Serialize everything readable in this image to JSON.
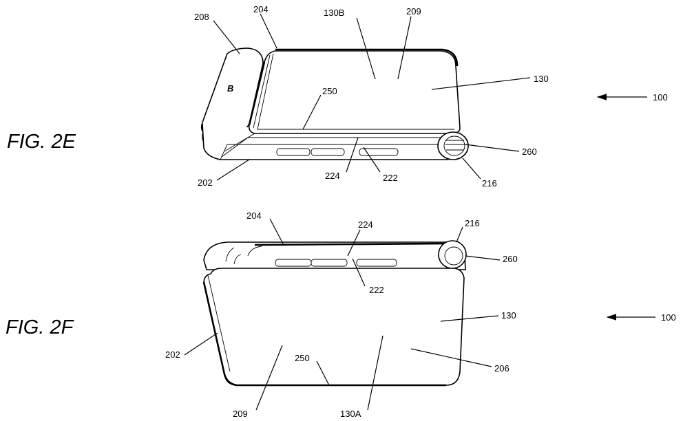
{
  "figures": [
    {
      "id": "fig2e",
      "label": "FIG. 2E",
      "refs": {
        "r208": "208",
        "r204": "204",
        "r130B": "130B",
        "r209": "209",
        "r130": "130",
        "r100": "100",
        "r250": "250",
        "r260": "260",
        "r216": "216",
        "r222": "222",
        "r224": "224",
        "r202": "202",
        "logo": "B"
      }
    },
    {
      "id": "fig2f",
      "label": "FIG. 2F",
      "refs": {
        "r204": "204",
        "r224": "224",
        "r216": "216",
        "r260": "260",
        "r222": "222",
        "r130": "130",
        "r100": "100",
        "r202": "202",
        "r250": "250",
        "r206": "206",
        "r209": "209",
        "r130A": "130A"
      }
    }
  ]
}
